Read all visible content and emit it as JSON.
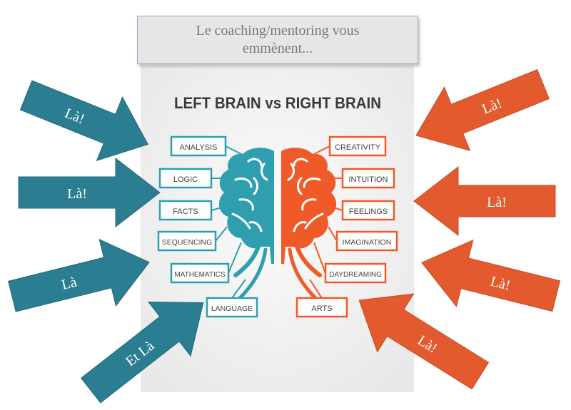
{
  "caption": {
    "line1": "Le coaching/mentoring  vous",
    "line2": "emmènent..."
  },
  "title": "LEFT BRAIN vs RIGHT BRAIN",
  "left_traits": [
    "ANALYSIS",
    "LOGIC",
    "FACTS",
    "SEQUENCING",
    "MATHEMATICS",
    "LANGUAGE"
  ],
  "right_traits": [
    "CREATIVITY",
    "INTUITION",
    "FEELINGS",
    "IMAGINATION",
    "DAYDREAMING",
    "ARTS"
  ],
  "arrows_left": [
    "Là!",
    "Là!",
    "Là",
    "Et Là"
  ],
  "arrows_right": [
    "Là!",
    "Là!",
    "Là!",
    "Là!"
  ],
  "colors": {
    "left": "#2f9fb0",
    "right": "#f05a28",
    "arrow_left": "#2b7d92",
    "arrow_right": "#e35a2e",
    "title": "#3a3a3a"
  }
}
